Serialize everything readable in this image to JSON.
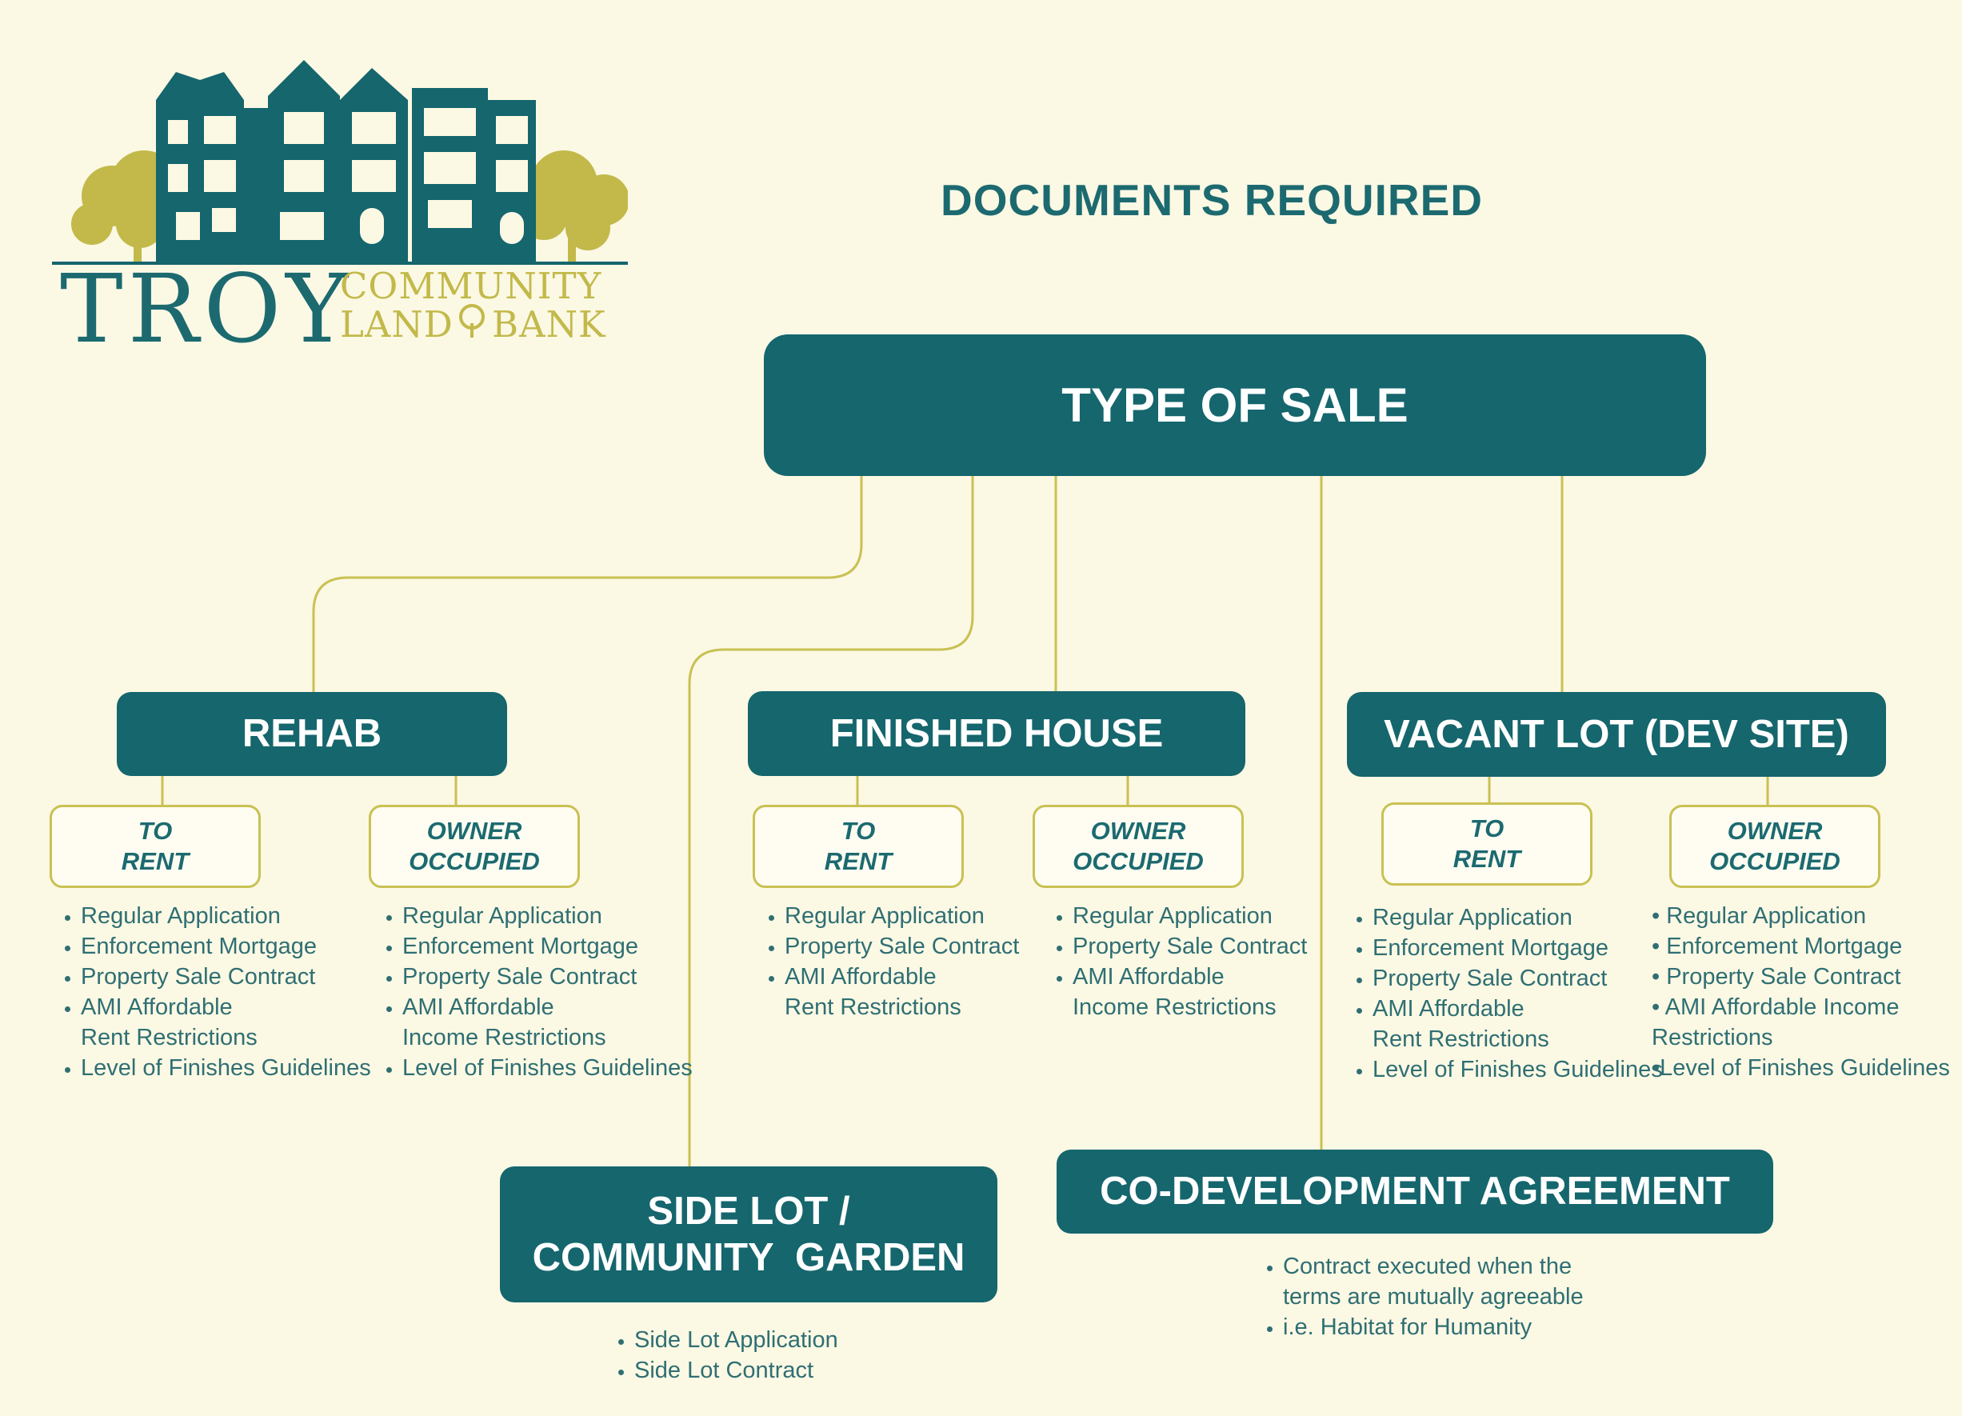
{
  "logo": {
    "troy": "TROY",
    "community": "COMMUNITY",
    "land": "LAND",
    "bank": "BANK"
  },
  "title": "DOCUMENTS REQUIRED",
  "root": {
    "label": "TYPE OF SALE"
  },
  "categories": {
    "rehab": {
      "label": "REHAB",
      "to_rent": {
        "line1": "TO",
        "line2": "RENT",
        "items": [
          "Regular Application",
          "Enforcement Mortgage",
          "Property Sale Contract",
          "AMI Affordable",
          "Rent Restrictions",
          "Level of Finishes Guidelines"
        ]
      },
      "owner": {
        "line1": "OWNER",
        "line2": "OCCUPIED",
        "items": [
          "Regular Application",
          "Enforcement Mortgage",
          "Property Sale Contract",
          "AMI Affordable",
          "Income Restrictions",
          "Level of Finishes Guidelines"
        ]
      }
    },
    "finished": {
      "label": "FINISHED HOUSE",
      "to_rent": {
        "line1": "TO",
        "line2": "RENT",
        "items": [
          "Regular Application",
          "Property Sale Contract",
          "AMI Affordable",
          "Rent Restrictions"
        ]
      },
      "owner": {
        "line1": "OWNER",
        "line2": "OCCUPIED",
        "items": [
          "Regular Application",
          "Property Sale Contract",
          "AMI Affordable",
          "Income Restrictions"
        ]
      }
    },
    "vacant": {
      "label": "VACANT LOT (DEV SITE)",
      "to_rent": {
        "line1": "TO",
        "line2": "RENT",
        "items": [
          "Regular Application",
          "Enforcement Mortgage",
          "Property Sale Contract",
          "AMI Affordable",
          "Rent Restrictions",
          "Level of Finishes Guidelines"
        ]
      },
      "owner": {
        "line1": "OWNER",
        "line2": "OCCUPIED",
        "items": [
          "• Regular Application",
          "• Enforcement Mortgage",
          "• Property Sale Contract",
          "• AMI Affordable Income",
          "Restrictions",
          "•Level of Finishes Guidelines"
        ]
      }
    },
    "sidelot": {
      "line1": "SIDE LOT /",
      "line2": "COMMUNITY  GARDEN",
      "items": [
        "Side Lot Application",
        "Side Lot Contract"
      ]
    },
    "codev": {
      "label": "CO-DEVELOPMENT AGREEMENT",
      "items": [
        "Contract executed when the",
        "terms are mutually agreeable",
        "i.e. Habitat for Humanity"
      ]
    }
  },
  "colors": {
    "background": "#fbf8e4",
    "teal": "#15666d",
    "olive": "#c9c153",
    "text": "#2f6f73"
  }
}
